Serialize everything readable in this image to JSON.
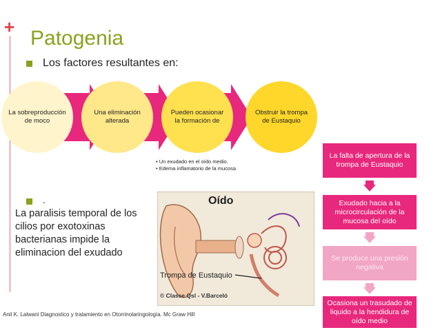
{
  "slide": {
    "plus_symbol": "+",
    "title": "Patogenia",
    "bullet1": "Los factores resultantes en:",
    "bullet2": "."
  },
  "process": {
    "steps": [
      {
        "label": "La sobreproducción de moco",
        "color": "#fff4cc"
      },
      {
        "label": "Una eliminación alterada",
        "color": "#ffe88a"
      },
      {
        "label": "Pueden ocasionar la formación de",
        "color": "#ffe04f"
      },
      {
        "label": "Obstruir la trompa de Eustaquio",
        "color": "#ffd72b"
      }
    ],
    "arrow_color": "#e8287c",
    "notes": [
      "• Un exudado en el oído medio.",
      "• Edema inflamatorio de la mucosa"
    ]
  },
  "paragraph": "La paralisis temporal de los cilios por exotoxinas bacterianas impide la eliminacion del exudado",
  "ear_image": {
    "title": "Oído",
    "label": "Trompa de Eustaquio",
    "copyright": "© Classe Qsl - V.Barceló"
  },
  "flow": {
    "boxes": [
      {
        "text": "La falta de apertura de la trompa de Eustaquio",
        "style": "dark"
      },
      {
        "text": "Exudado hacia a la microcirculación de la mucosa del oído",
        "style": "dark"
      },
      {
        "text": "Se produce una presión negativa",
        "style": "light"
      },
      {
        "text": "Ocasiona un trasudado de liquido a la hendidura de oído medio",
        "style": "dark"
      }
    ],
    "dark_color": "#e8287c",
    "light_color": "#f2a6c6"
  },
  "reference": "Anil K. Lalwani Diagnostico y tratamiento en Otorrinolaringología. Mc Graw Hill"
}
